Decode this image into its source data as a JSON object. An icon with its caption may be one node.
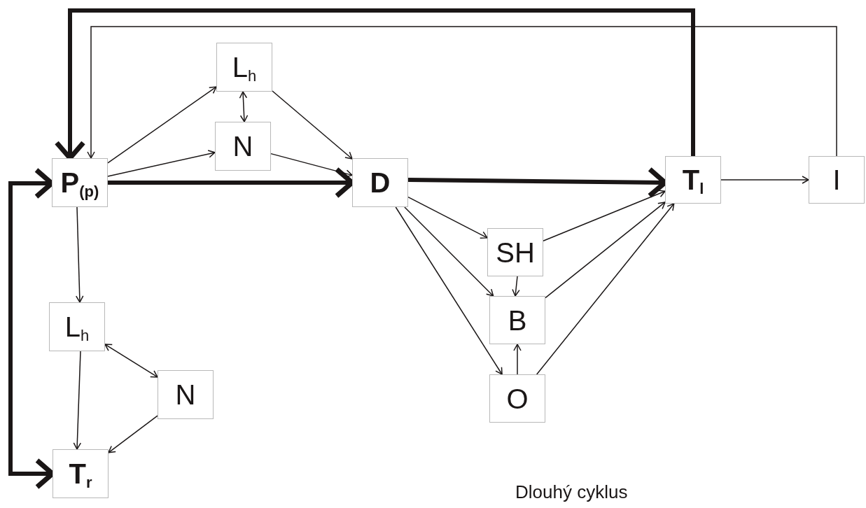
{
  "diagram": {
    "nodes": [
      {
        "text": [
          "P$_{(p)}$"
        ]
      },
      {
        "text": [
          "L$_{h}$"
        ]
      },
      {
        "text": [
          "N"
        ]
      },
      {
        "text": [
          "D"
        ]
      },
      {
        "text": [
          "T$_{l}$"
        ]
      },
      {
        "text": [
          "I"
        ]
      },
      {
        "text": [
          "SH"
        ]
      },
      {
        "text": [
          "B"
        ]
      },
      {
        "text": [
          "O"
        ]
      },
      {
        "text": [
          "L$_{h}$"
        ]
      },
      {
        "text": [
          "N"
        ]
      },
      {
        "text": [
          "T$_{r}$"
        ]
      }
    ],
    "edges": [
      {
        "from": 0,
        "to": 1,
        "arrow": "to"
      },
      {
        "from": 0,
        "to": 2,
        "arrow": "to"
      },
      {
        "from": 0,
        "to": 3,
        "arrow": "to",
        "style": "thick"
      },
      {
        "from": 1,
        "to": 2,
        "arrow": "both"
      },
      {
        "from": 1,
        "to": 3,
        "arrow": "to"
      },
      {
        "from": 2,
        "to": 3,
        "arrow": "to"
      },
      {
        "from": 3,
        "to": 4,
        "arrow": "to",
        "style": "thick"
      },
      {
        "from": 4,
        "to": 0,
        "arrow": "to",
        "style": "thick"
      },
      {
        "from": 5,
        "to": 0,
        "arrow": "to"
      },
      {
        "from": 4,
        "to": 5,
        "arrow": "to"
      },
      {
        "from": 3,
        "to": 6,
        "arrow": "to"
      },
      {
        "from": 3,
        "to": 7,
        "arrow": "to"
      },
      {
        "from": 3,
        "to": 8,
        "arrow": "to"
      },
      {
        "from": 6,
        "to": 4,
        "arrow": "to"
      },
      {
        "from": 7,
        "to": 4,
        "arrow": "to"
      },
      {
        "from": 8,
        "to": 4,
        "arrow": "to"
      },
      {
        "from": 6,
        "to": 7,
        "arrow": "to"
      },
      {
        "from": 8,
        "to": 7,
        "arrow": "to"
      },
      {
        "from": 0,
        "to": 9,
        "arrow": "to"
      },
      {
        "from": 9,
        "to": 10,
        "arrow": "both"
      },
      {
        "from": 9,
        "to": 11,
        "arrow": "to"
      },
      {
        "from": 10,
        "to": 11,
        "arrow": "to"
      },
      {
        "from": 11,
        "to": 0,
        "arrow": "both",
        "style": "thick"
      }
    ],
    "labels": [
      "Dlouhý cyklus"
    ]
  }
}
